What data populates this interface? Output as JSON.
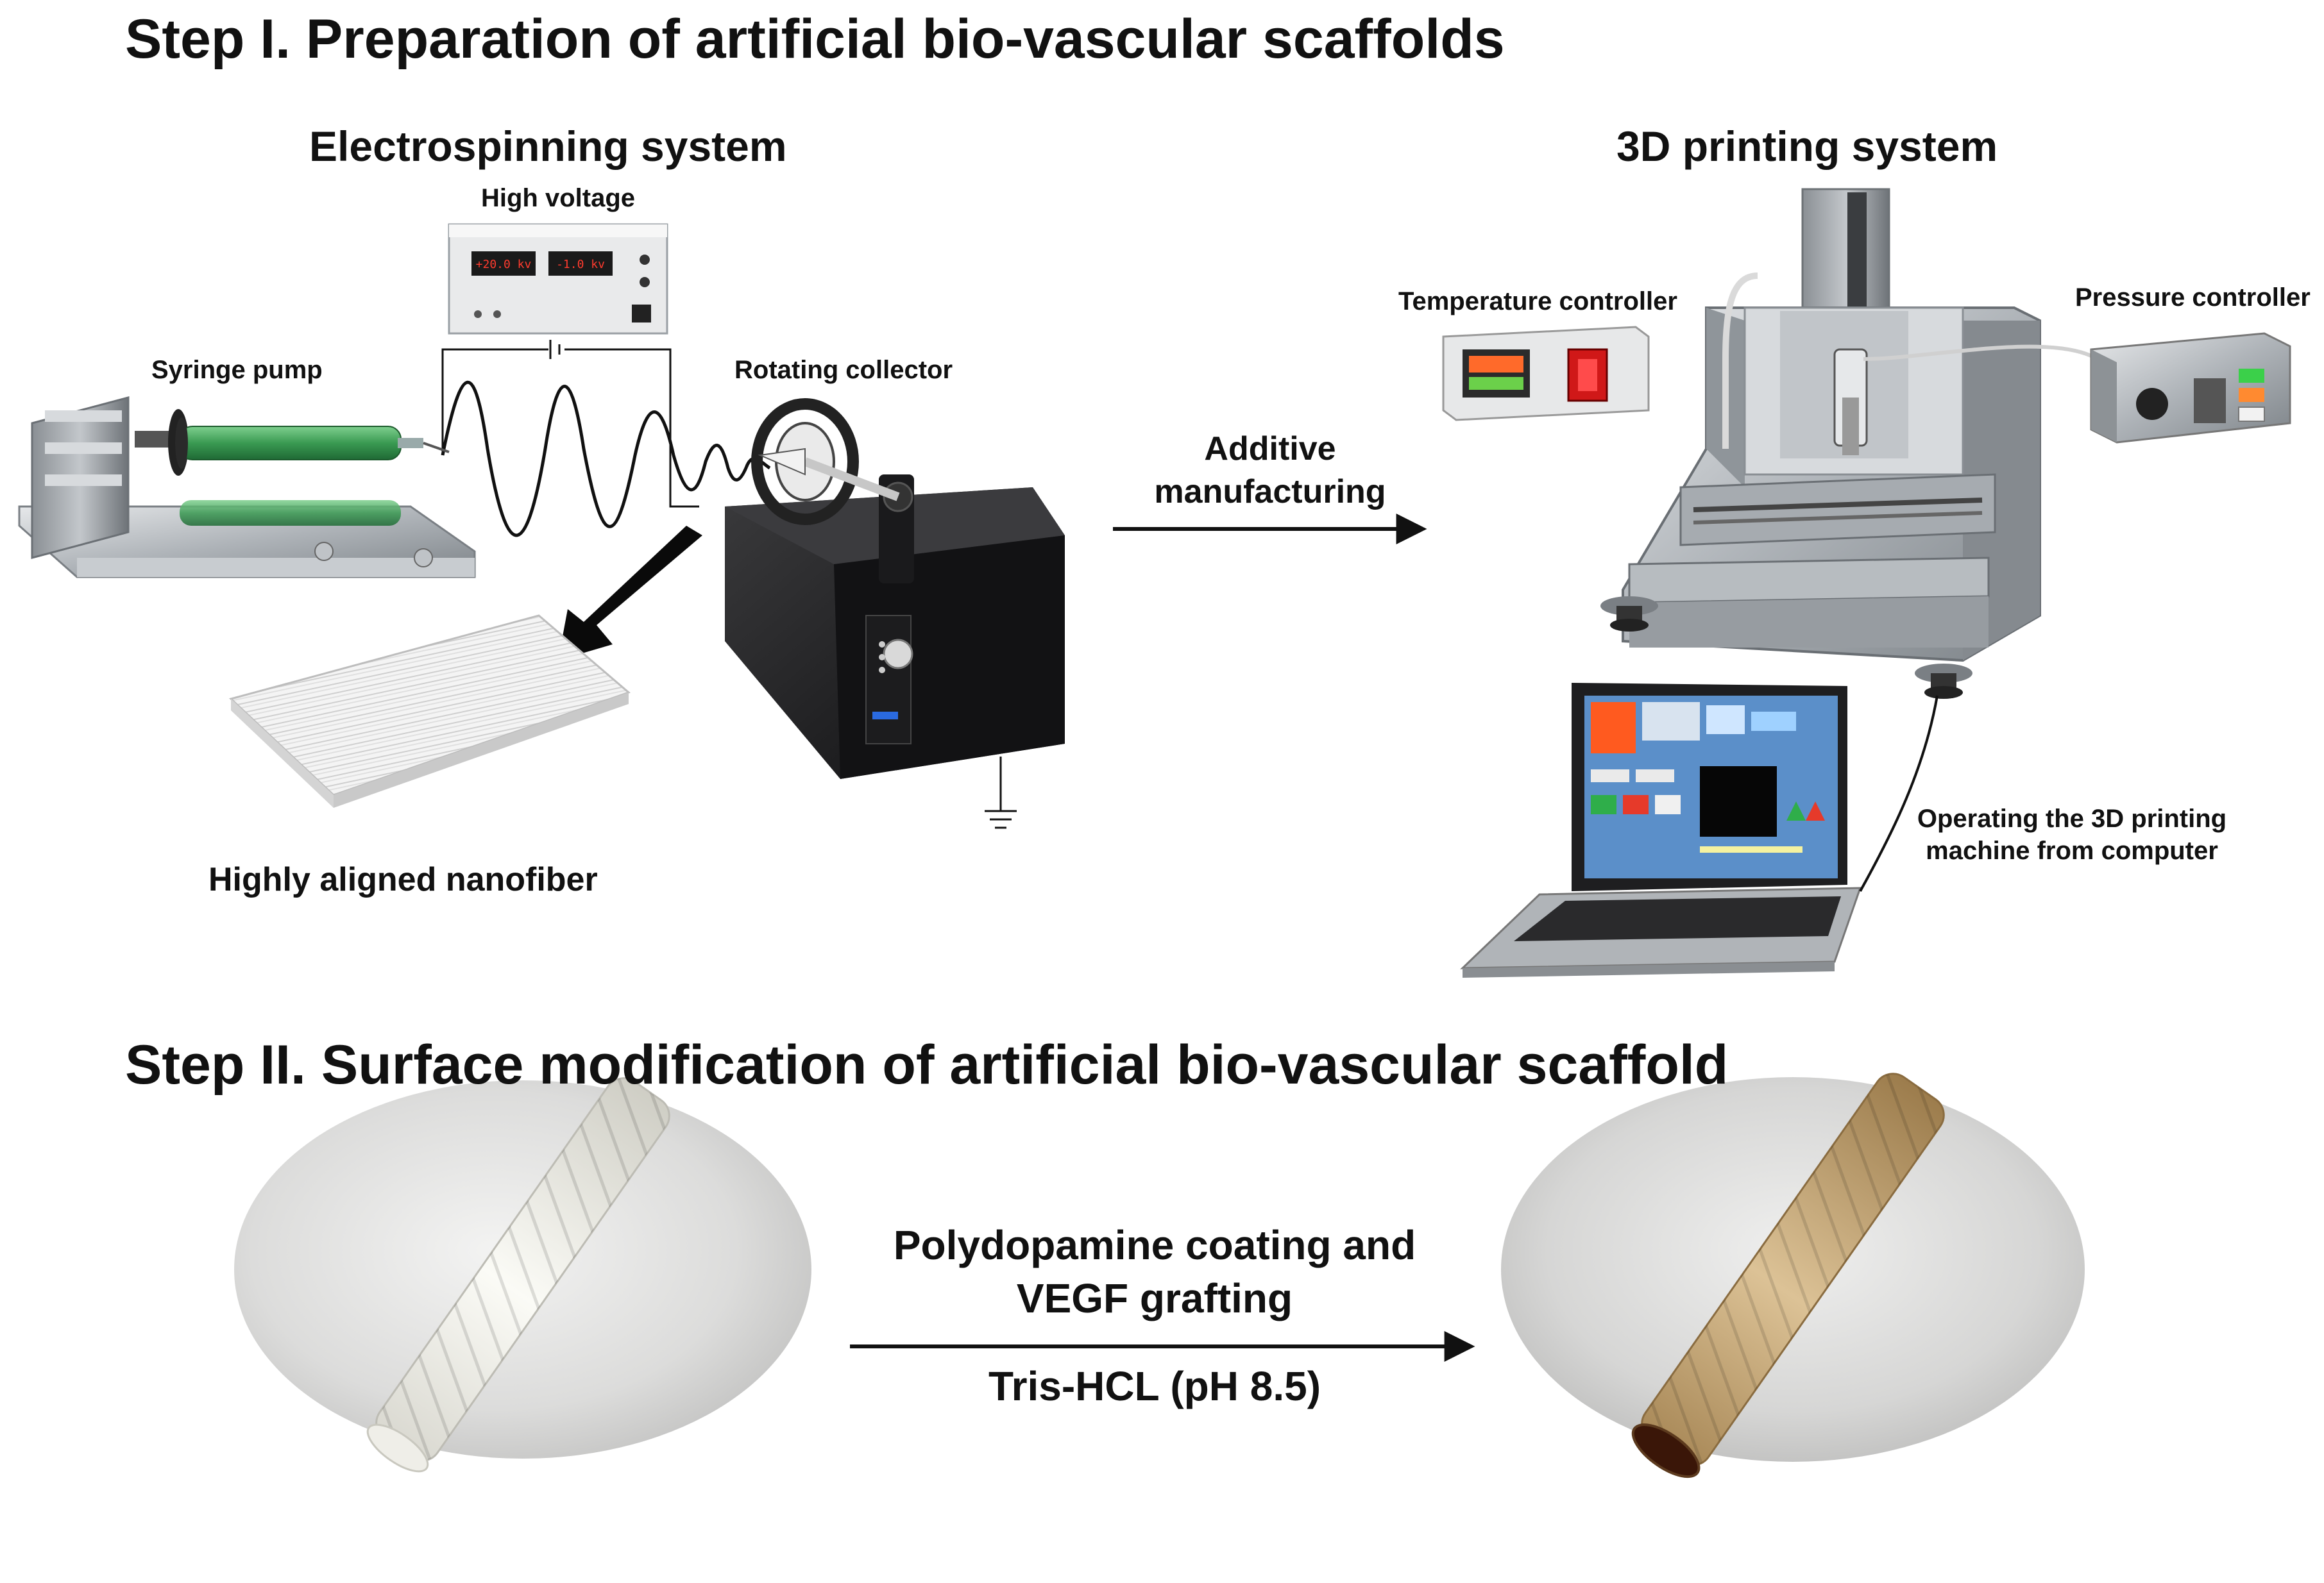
{
  "step1": {
    "title": "Step I. Preparation of artificial bio-vascular scaffolds",
    "electrospinning": {
      "title": "Electrospinning system",
      "high_voltage": "High voltage",
      "hv_display_left": "+20.0 kv",
      "hv_display_right": "-1.0 kv",
      "syringe_pump": "Syringe pump",
      "rotating_collector": "Rotating collector",
      "nanofiber": "Highly aligned nanofiber"
    },
    "arrow": {
      "line1": "Additive",
      "line2": "manufacturing"
    },
    "printing": {
      "title": "3D printing system",
      "temperature_controller": "Temperature controller",
      "pressure_controller": "Pressure controller",
      "operating_line1": "Operating the 3D printing",
      "operating_line2": "machine from computer"
    }
  },
  "step2": {
    "title": "Step II. Surface modification of artificial bio-vascular scaffold",
    "arrow_top_line1": "Polydopamine coating and",
    "arrow_top_line2": "VEGF grafting",
    "arrow_bottom": "Tris-HCL (pH 8.5)"
  },
  "colors": {
    "text": "#111111",
    "syringe": "#3a9a52",
    "scaffold_before": "#f2f1ea",
    "scaffold_after": "#c9a979",
    "laptop_screen": "#5b8fc9"
  }
}
